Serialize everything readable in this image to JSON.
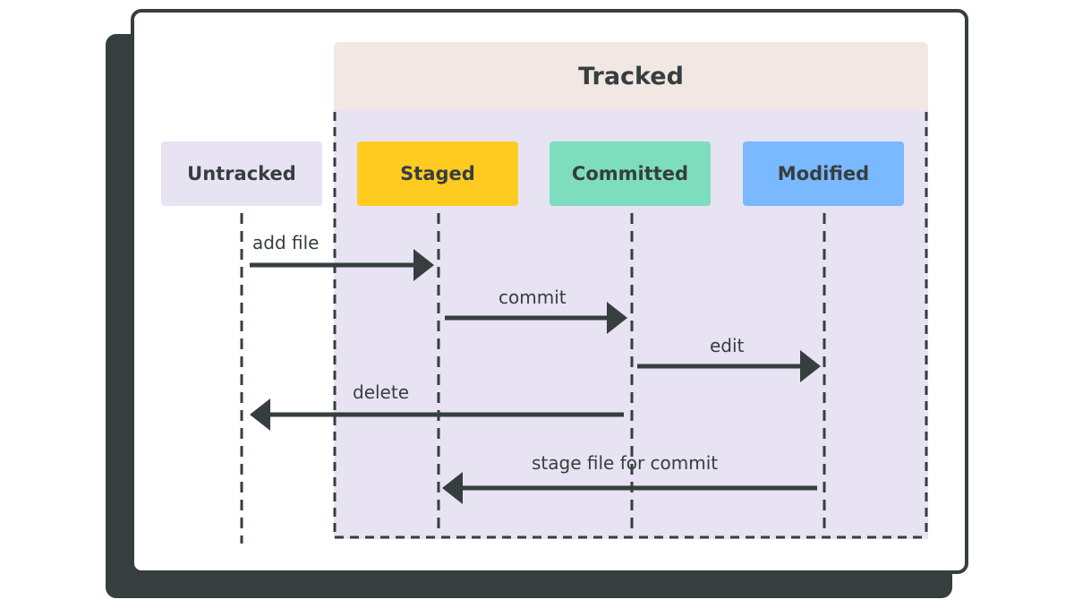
{
  "diagram": {
    "group_title": "Tracked",
    "states": {
      "untracked": "Untracked",
      "staged": "Staged",
      "committed": "Committed",
      "modified": "Modified"
    },
    "transitions": {
      "add_file": "add file",
      "commit": "commit",
      "edit": "edit",
      "delete": "delete",
      "stage_file": "stage file for commit"
    },
    "colors": {
      "dark": "#363e3f",
      "tracked_header": "#f2e7e2",
      "tracked_body": "#e7e3f2",
      "staged": "#ffcb21",
      "committed": "#7dddbc",
      "modified": "#7ab8ff"
    }
  }
}
